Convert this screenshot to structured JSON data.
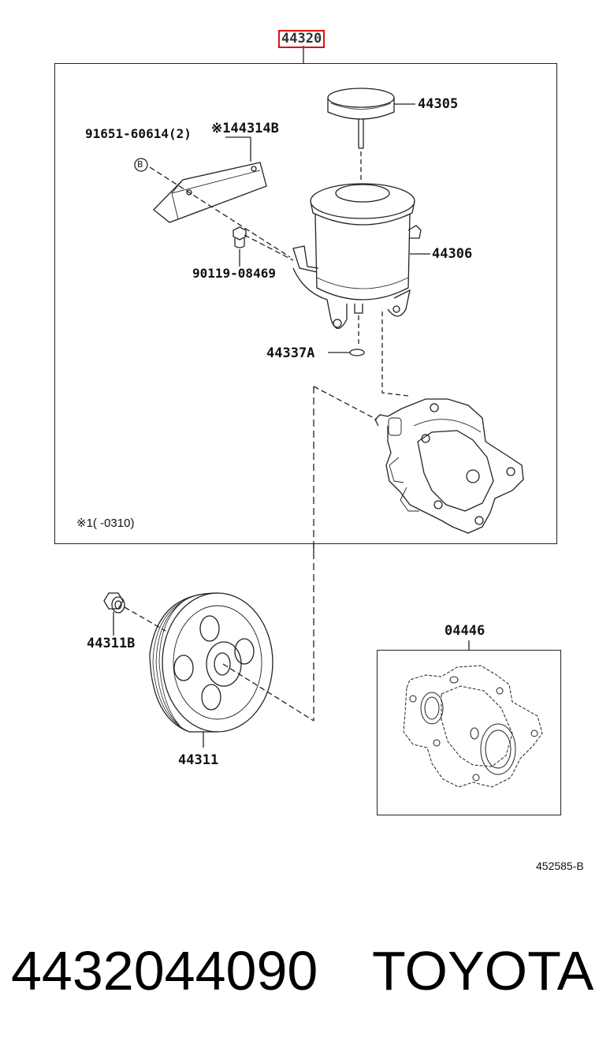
{
  "assembly": {
    "part_number": "44320"
  },
  "callouts": {
    "cap": "44305",
    "bolt": "91651-60614(2)",
    "bracket": "※144314B",
    "reservoir": "44306",
    "stud": "90119-08469",
    "oring": "44337A",
    "pulley_nut": "44311B",
    "pulley": "44311",
    "gasket_kit": "04446"
  },
  "bubble_letter": "B",
  "footnote": "※1(      -0310)",
  "drawing_id": "452585-B",
  "footer": {
    "part_number": "4432044090",
    "brand": "TOYOTA"
  },
  "colors": {
    "highlight": "#dd1111",
    "line": "#222222"
  }
}
